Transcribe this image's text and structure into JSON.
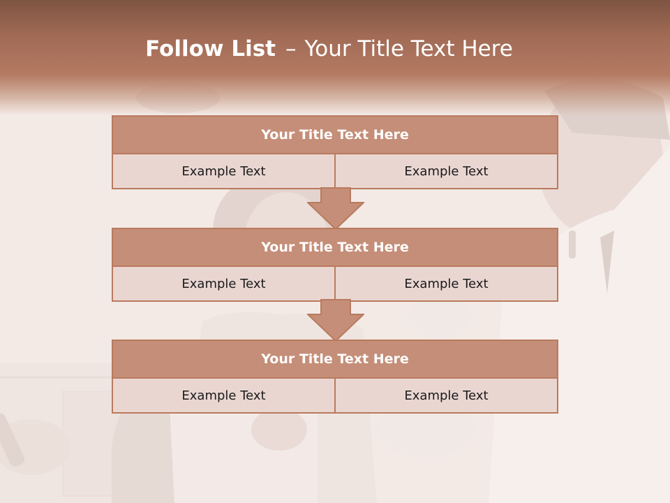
{
  "slide": {
    "title_bold": "Follow List",
    "title_separator": "–",
    "title_rest": "Your Title Text Here"
  },
  "blocks": [
    {
      "title": "Your Title Text Here",
      "cells": [
        "Example Text",
        "Example Text"
      ]
    },
    {
      "title": "Your Title Text Here",
      "cells": [
        "Example Text",
        "Example Text"
      ]
    },
    {
      "title": "Your Title Text Here",
      "cells": [
        "Example Text",
        "Example Text"
      ]
    }
  ],
  "colors": {
    "header_band": "#a06a55",
    "block_title_fill": "#c58e78",
    "block_cell_fill": "#ead6d1",
    "block_border": "#b97a5e",
    "arrow_fill": "#c58e78"
  },
  "background_image": "faded dental clinic photo: dentist in white coat examining a seated female patient"
}
